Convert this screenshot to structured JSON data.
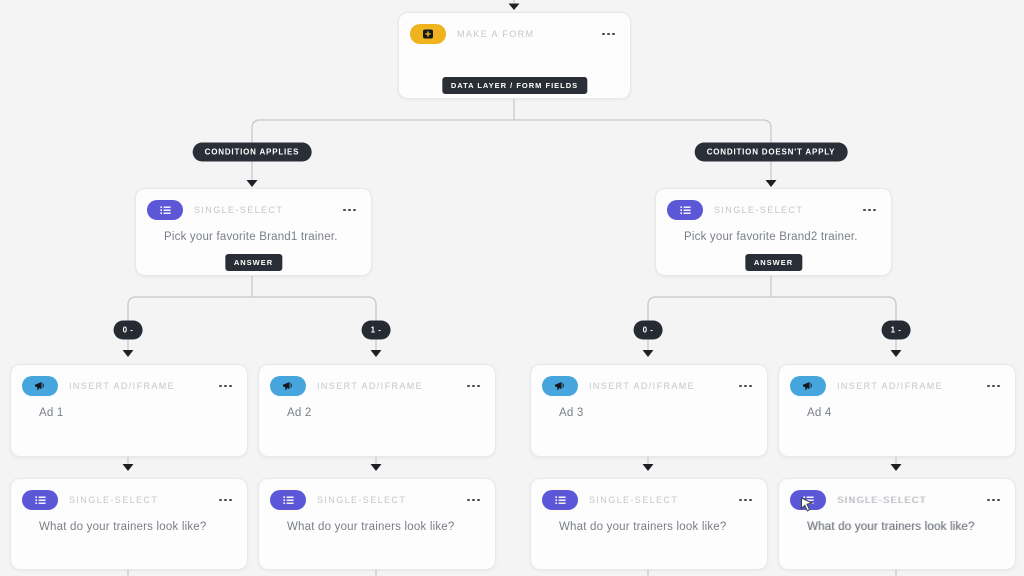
{
  "colors": {
    "background": "#f4f4f5",
    "connector": "#c6c6c8",
    "arrow": "#1d2126",
    "badge_bg": "#2a2f37",
    "form_icon_bg": "#eeb31d",
    "select_icon_bg": "#5b57d6",
    "ad_icon_bg": "#47a5de"
  },
  "root": {
    "title": "MAKE A FORM",
    "output_badge": "DATA LAYER / FORM FIELDS"
  },
  "branches": {
    "left_label": "CONDITION APPLIES",
    "right_label": "CONDITION DOESN'T APPLY"
  },
  "selects": [
    {
      "title": "SINGLE-SELECT",
      "body": "Pick your favorite Brand1 trainer.",
      "output_badge": "ANSWER"
    },
    {
      "title": "SINGLE-SELECT",
      "body": "Pick your favorite Brand2 trainer.",
      "output_badge": "ANSWER"
    }
  ],
  "answer_branch_labels": [
    "0 -",
    "1 -",
    "0 -",
    "1 -"
  ],
  "ads": [
    {
      "title": "INSERT AD/IFRAME",
      "body": "Ad 1"
    },
    {
      "title": "INSERT AD/IFRAME",
      "body": "Ad 2"
    },
    {
      "title": "INSERT AD/IFRAME",
      "body": "Ad 3"
    },
    {
      "title": "INSERT AD/IFRAME",
      "body": "Ad 4"
    }
  ],
  "questions": [
    {
      "title": "SINGLE-SELECT",
      "body": "What do your trainers look like?"
    },
    {
      "title": "SINGLE-SELECT",
      "body": "What do your trainers look like?"
    },
    {
      "title": "SINGLE-SELECT",
      "body": "What do your trainers look like?"
    },
    {
      "title": "SINGLE-SELECT",
      "body": "What do your trainers look like?"
    }
  ]
}
